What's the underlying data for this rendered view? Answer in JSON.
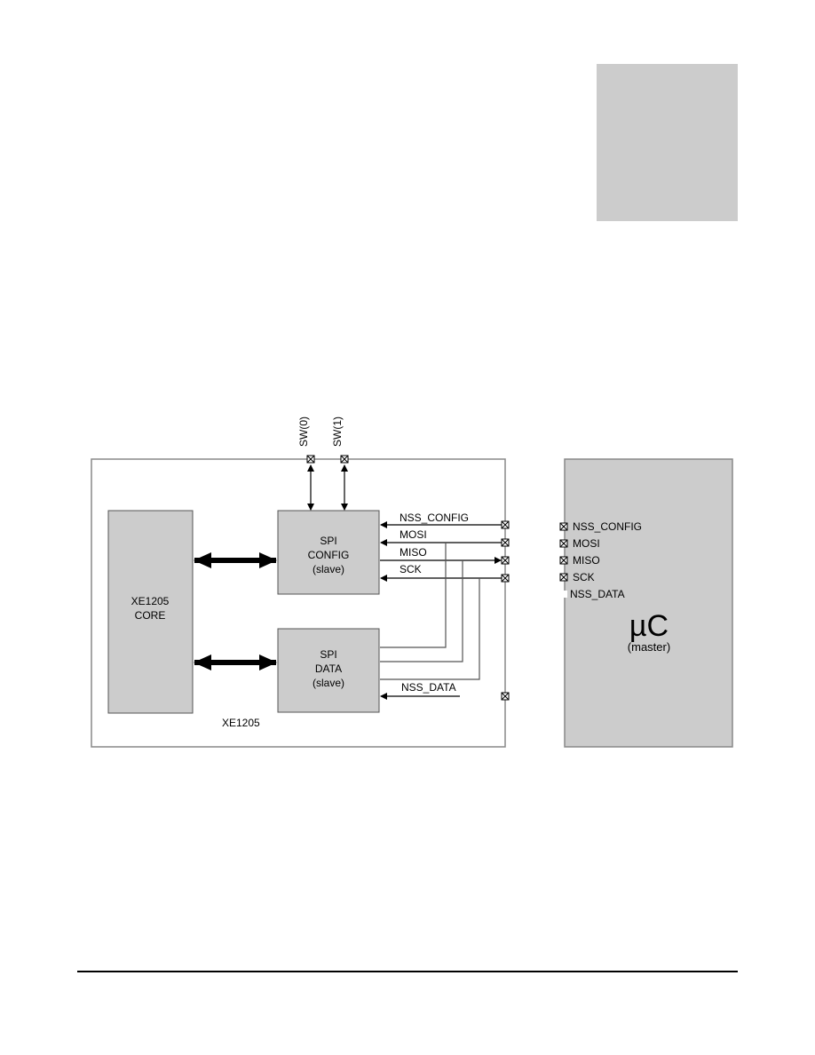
{
  "colors": {
    "block_fill": "#cccccc",
    "line": "#000000",
    "frame": "#888888",
    "bg": "#ffffff"
  },
  "blocks": {
    "core": [
      "XE1205",
      "CORE"
    ],
    "spi_config": [
      "SPI",
      "CONFIG",
      "(slave)"
    ],
    "spi_data": [
      "SPI",
      "DATA",
      "(slave)"
    ],
    "chip_label": "XE1205"
  },
  "switches": {
    "sw0": "SW(0)",
    "sw1": "SW(1)"
  },
  "signals": {
    "nss_config": "NSS_CONFIG",
    "mosi": "MOSI",
    "miso": "MISO",
    "sck": "SCK",
    "nss_data": "NSS_DATA"
  },
  "master": {
    "title": "µC",
    "subtitle": "(master)",
    "pins": [
      "NSS_CONFIG",
      "MOSI",
      "MISO",
      "SCK",
      "NSS_DATA"
    ]
  },
  "icons": {
    "pin": "boxed-x-pin-icon"
  }
}
